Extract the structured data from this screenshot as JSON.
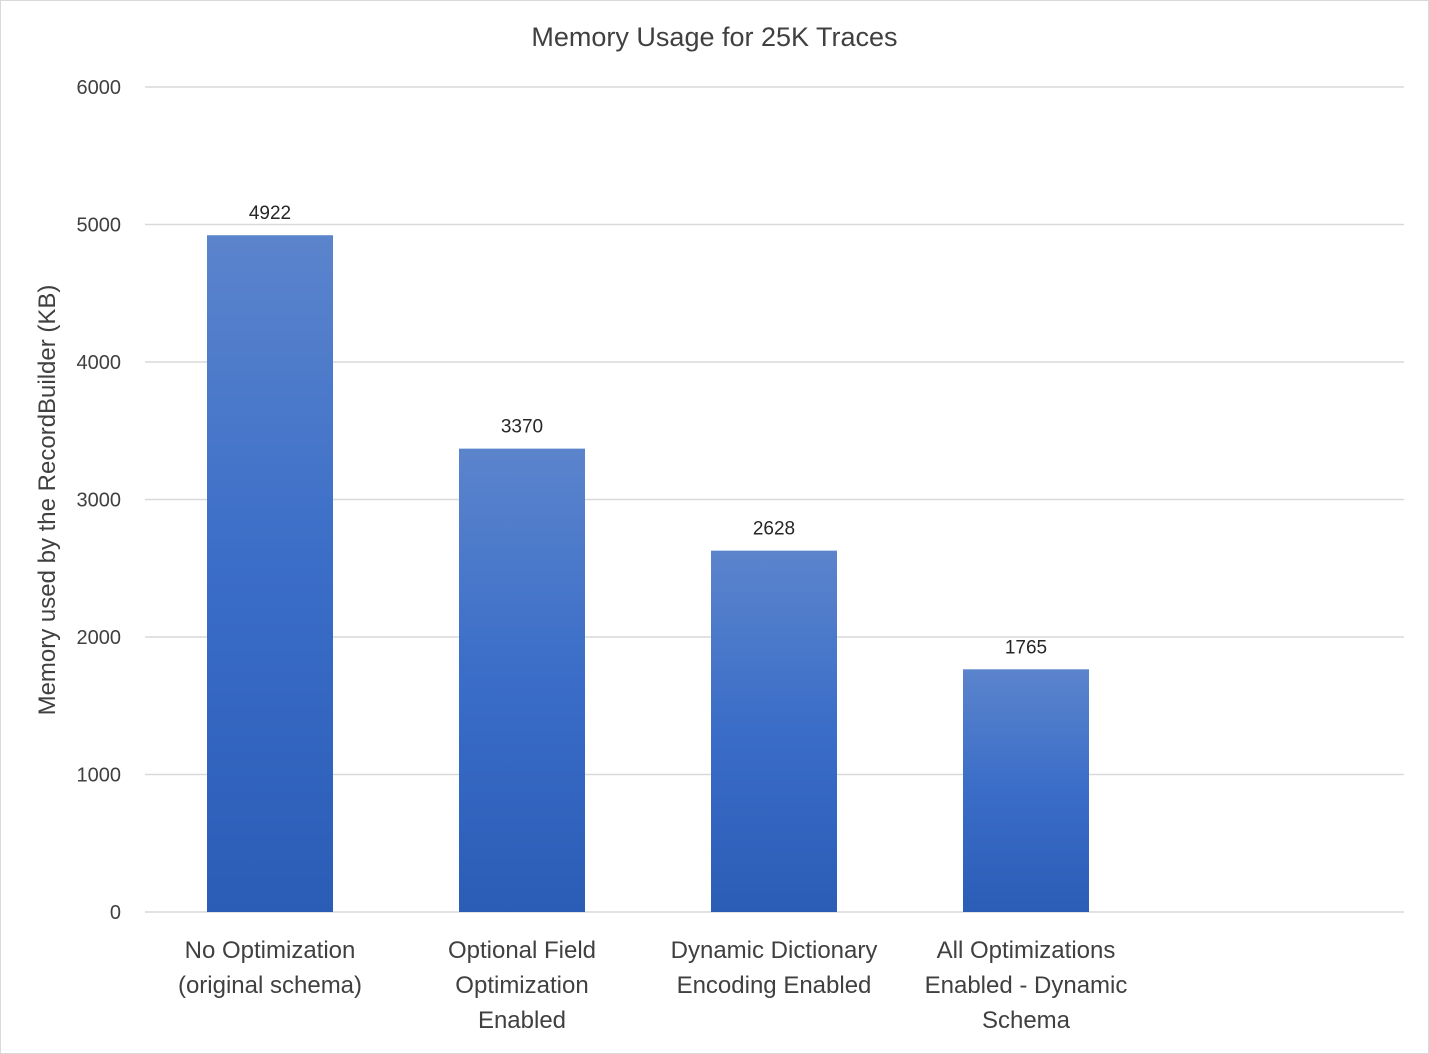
{
  "chart_data": {
    "type": "bar",
    "title": "Memory Usage for 25K Traces",
    "ylabel": "Memory used by the RecordBuilder (KB)",
    "xlabel": "",
    "categories": [
      [
        "No Optimization",
        "(original schema)"
      ],
      [
        "Optional Field",
        "Optimization",
        "Enabled"
      ],
      [
        "Dynamic Dictionary",
        "Encoding Enabled"
      ],
      [
        "All Optimizations",
        "Enabled - Dynamic",
        "Schema"
      ]
    ],
    "values": [
      4922,
      3370,
      2628,
      1765
    ],
    "data_labels": [
      "4922",
      "3370",
      "2628",
      "1765"
    ],
    "ylim": [
      0,
      6000
    ],
    "yticks": [
      0,
      1000,
      2000,
      3000,
      4000,
      5000,
      6000
    ],
    "ytick_labels": [
      "0",
      "1000",
      "2000",
      "3000",
      "4000",
      "5000",
      "6000"
    ],
    "grid": true,
    "legend": "none",
    "colors": {
      "bar_top": "#5b84cc",
      "bar_mid": "#3a6dc8",
      "bar_bottom": "#2b5db7",
      "grid": "#d9d9d9"
    }
  }
}
